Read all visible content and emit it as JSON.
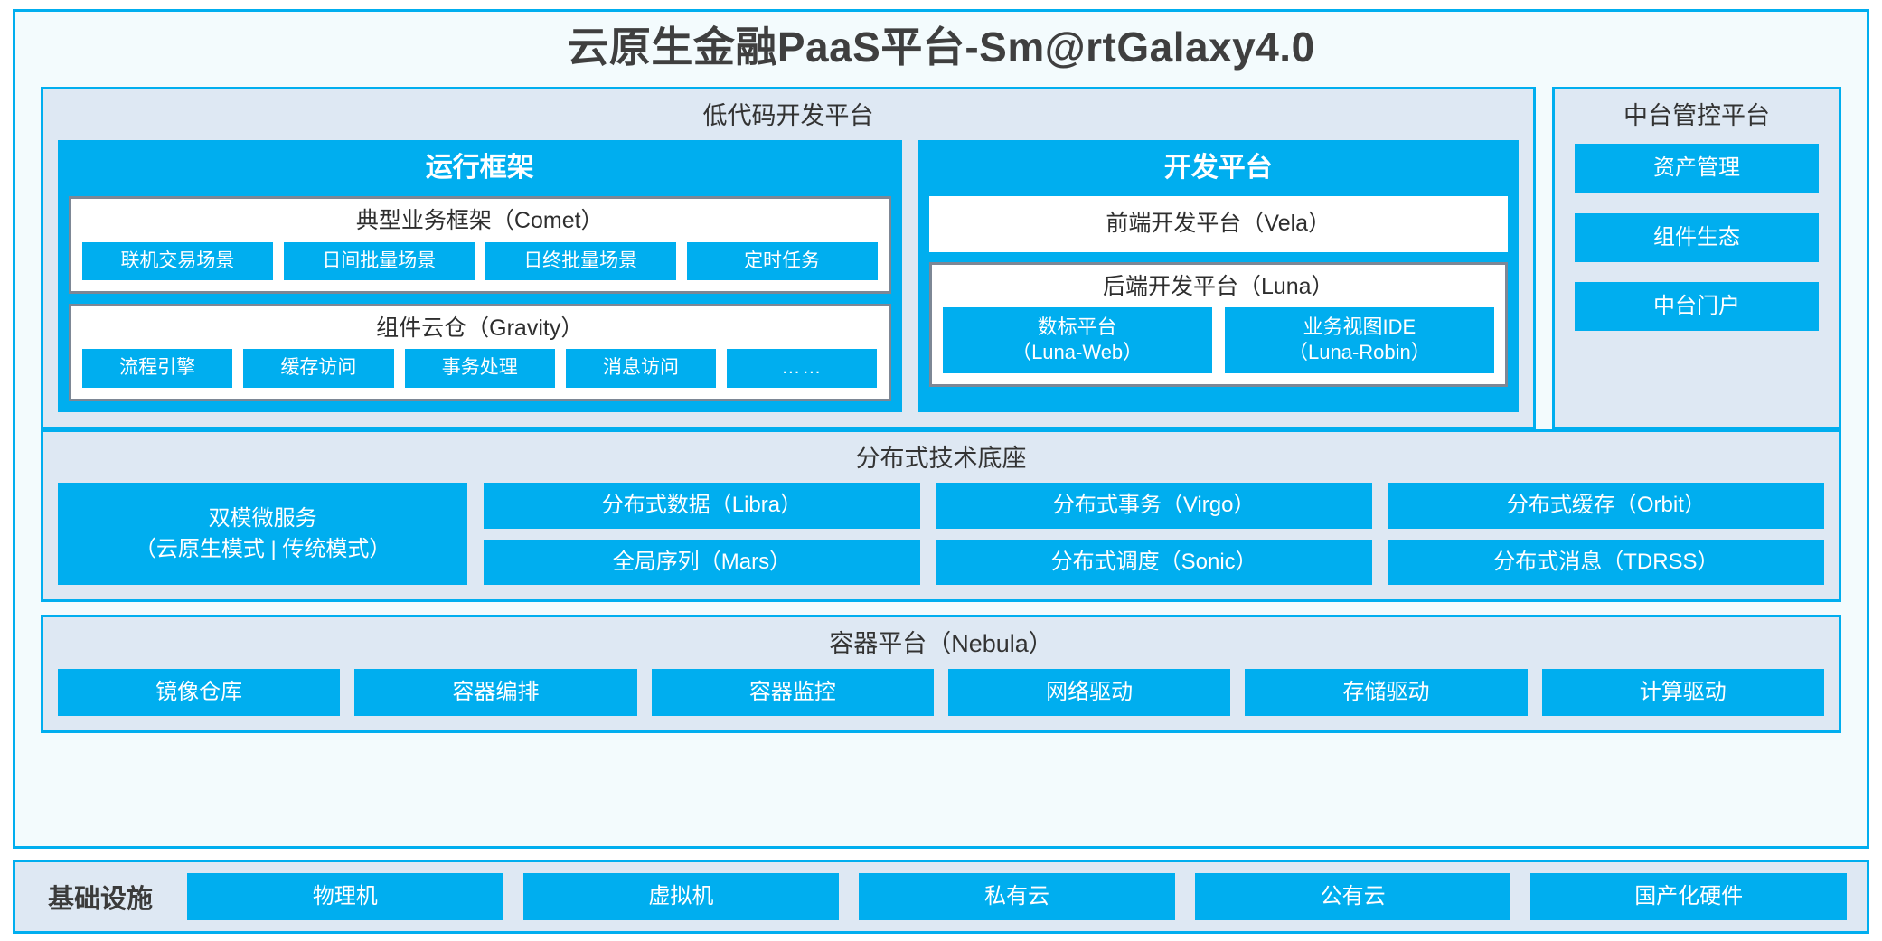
{
  "page": {
    "title": "云原生金融PaaS平台-Sm@rtGalaxy4.0",
    "accent_color": "#00aeef",
    "panel_bg": "#dee8f3",
    "frame_bg": "#f3fbfd",
    "group_border": "#7d8795"
  },
  "lowcode": {
    "title": "低代码开发平台",
    "runtime": {
      "title": "运行框架",
      "comet": {
        "title": "典型业务框架（Comet）",
        "items": [
          "联机交易场景",
          "日间批量场景",
          "日终批量场景",
          "定时任务"
        ]
      },
      "gravity": {
        "title": "组件云仓（Gravity）",
        "items": [
          "流程引擎",
          "缓存访问",
          "事务处理",
          "消息访问",
          "……"
        ]
      }
    },
    "devplatform": {
      "title": "开发平台",
      "vela": "前端开发平台（Vela）",
      "luna": {
        "title": "后端开发平台（Luna）",
        "items": [
          {
            "line1": "数标平台",
            "line2": "（Luna-Web）"
          },
          {
            "line1": "业务视图IDE",
            "line2": "（Luna-Robin）"
          }
        ]
      }
    }
  },
  "midoffice": {
    "title": "中台管控平台",
    "items": [
      "资产管理",
      "组件生态",
      "中台门户"
    ]
  },
  "techbase": {
    "title": "分布式技术底座",
    "microservice": {
      "line1": "双模微服务",
      "line2": "（云原生模式 | 传统模式）"
    },
    "columns": [
      [
        "分布式数据（Libra）",
        "全局序列（Mars）"
      ],
      [
        "分布式事务（Virgo）",
        "分布式调度（Sonic）"
      ],
      [
        "分布式缓存（Orbit）",
        "分布式消息（TDRSS）"
      ]
    ]
  },
  "container": {
    "title": "容器平台（Nebula）",
    "items": [
      "镜像仓库",
      "容器编排",
      "容器监控",
      "网络驱动",
      "存储驱动",
      "计算驱动"
    ]
  },
  "infrastructure": {
    "label": "基础设施",
    "items": [
      "物理机",
      "虚拟机",
      "私有云",
      "公有云",
      "国产化硬件"
    ]
  }
}
